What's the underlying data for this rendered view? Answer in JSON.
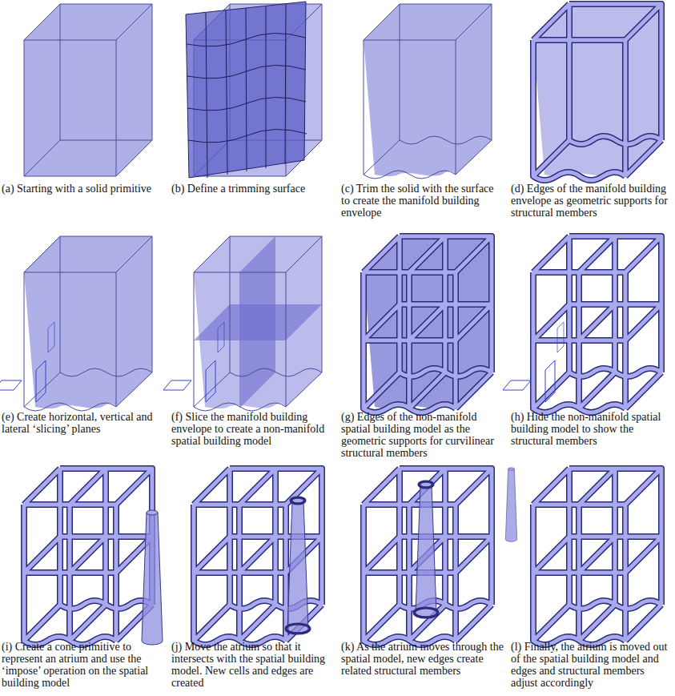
{
  "diagram": {
    "labels": [
      "(a) Starting with a solid primitive",
      "(b) Define a trimming surface",
      "(c) Trim the solid with the surface to create the manifold building envelope",
      "(d) Edges of the manifold building envelope as geometric supports for structural members",
      "(e) Create horizontal, vertical and lateral ‘slicing’ planes",
      "(f) Slice the manifold building envelope to create a non-manifold spatial building model",
      "(g) Edges of the non-manifold spatial building model as the geometric supports for curvilinear structural members",
      "(h) Hide the non-manifold spatial building model to show the structural members",
      "(i) Create a cone primitive to represent an atrium and use the ‘impose’ operation on the spatial building model",
      "(j) Move the atrium so that it intersects with the spatial building model. New cells and edges are created",
      "(k) As the atrium moves through the spatial model, new edges create related structural members",
      "(l) Finally, the atrium is moved out of the spatial building model and edges and structural members adjust accordingly"
    ]
  }
}
